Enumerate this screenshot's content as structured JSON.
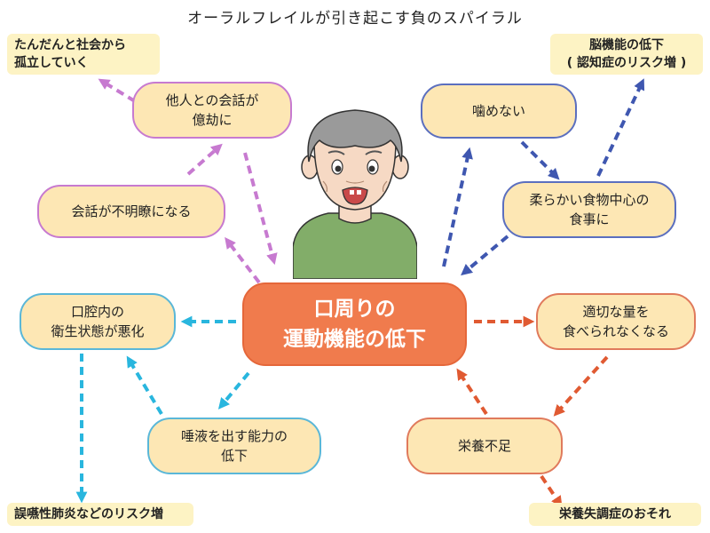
{
  "title": "オーラルフレイルが引き起こす負のスパイラル",
  "center": "口周りの\n運動機能の低下",
  "boxes": {
    "isolation_convo": "他人との会話が\n億劫に",
    "unclear_speech": "会話が不明瞭になる",
    "cant_chew": "噛めない",
    "soft_food": "柔らかい食物中心の\n食事に",
    "oral_hygiene": "口腔内の\n衛生状態が悪化",
    "saliva": "唾液を出す能力の\n低下",
    "eat_less": "適切な量を\n食べられなくなる",
    "nutrition": "栄養不足"
  },
  "outcomes": {
    "isolation": "たんだんと社会から\n孤立していく",
    "cognitive": "脳機能の低下\n( 認知症のリスク増 )",
    "pneumonia": "誤嚥性肺炎などのリスク増",
    "malnutrition": "栄養失調症のおそれ"
  },
  "colors": {
    "purple": "#c77ad0",
    "blue": "#3f57b0",
    "cyan": "#29b6de",
    "red": "#e05a32",
    "box_fill": "#fde7b4",
    "center_fill": "#f07b4d"
  },
  "icons": {
    "person": "elderly-person-icon"
  }
}
